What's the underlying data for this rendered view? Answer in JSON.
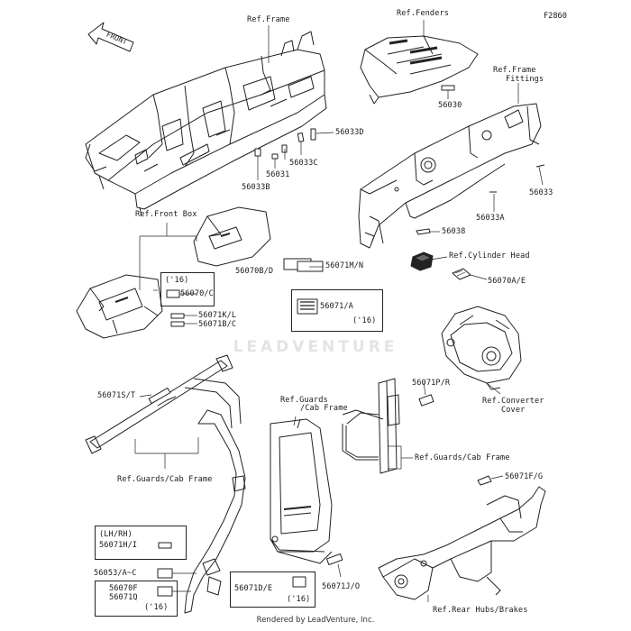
{
  "diagram_code": "F2860",
  "front_label": "FRONT",
  "watermark": "LEADVENTURE",
  "credit": "Rendered by LeadVenture, Inc.",
  "labels": {
    "ref_frame": "Ref.Frame",
    "ref_fenders": "Ref.Fenders",
    "ref_frame_fittings_1": "Ref.Frame",
    "ref_frame_fittings_2": "Fittings",
    "p56030": "56030",
    "p56033D": "56033D",
    "p56033C": "56033C",
    "p56031": "56031",
    "p56033B": "56033B",
    "p56033": "56033",
    "p56033A": "56033A",
    "p56038": "56038",
    "ref_cylinder_head": "Ref.Cylinder Head",
    "ref_front_box": "Ref.Front Box",
    "p56070BD": "56070B/D",
    "p56071MN": "56071M/N",
    "y16_a": "('16)",
    "p56070C": "56070/C",
    "p56071KL": "56071K/L",
    "p56071BC": "56071B/C",
    "p56071A": "56071/A",
    "y16_b": "('16)",
    "p56070AE": "56070A/E",
    "ref_converter_cover_1": "Ref.Converter",
    "ref_converter_cover_2": "Cover",
    "p56071ST": "56071S/T",
    "ref_guards_cab_1": "Ref.Guards",
    "ref_guards_cab_2": "/Cab Frame",
    "p56071PR": "56071P/R",
    "ref_guards_cab_frame_right": "Ref.Guards/Cab Frame",
    "ref_guards_cab_frame_left": "Ref.Guards/Cab Frame",
    "p56071FG": "56071F/G",
    "lh_rh": "(LH/RH)",
    "p56071HI": "56071H/I",
    "p56053AC": "56053/A~C",
    "p56070F": "56070F",
    "p56071Q": "56071Q",
    "y16_c": "('16)",
    "p56071DE": "56071D/E",
    "y16_d": "('16)",
    "p56071JO": "56071J/O",
    "ref_rear_hubs_brakes": "Ref.Rear Hubs/Brakes"
  }
}
